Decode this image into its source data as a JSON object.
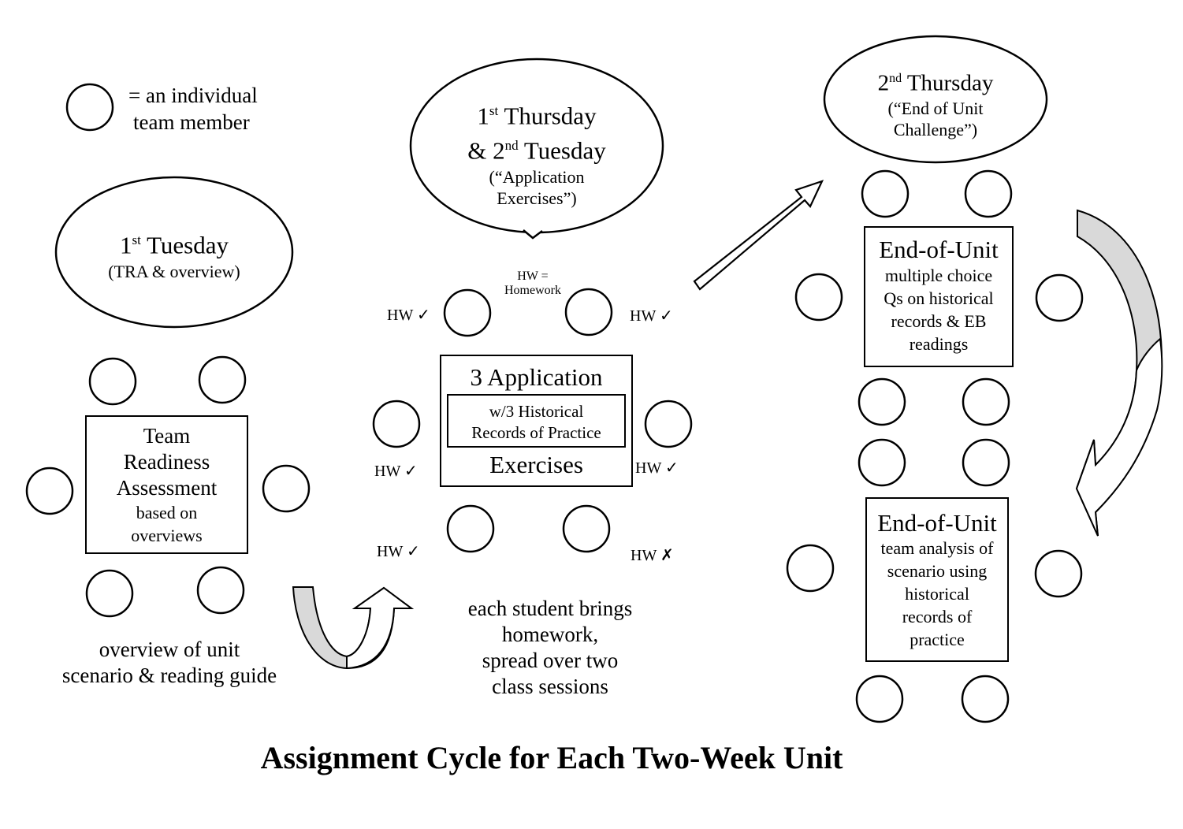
{
  "legend": {
    "symbol_icon": "circle",
    "text_line1": "= an individual",
    "text_line2": "team member"
  },
  "stage1": {
    "ordinal_num": "1",
    "ordinal_suffix": "st",
    "day": "Tuesday",
    "subtitle": "(TRA & overview)",
    "box_line1": "Team",
    "box_line2": "Readiness",
    "box_line3": "Assessment",
    "box_line4": "based on",
    "box_line5": "overviews",
    "caption_line1": "overview of unit",
    "caption_line2": "scenario & reading guide"
  },
  "stage2": {
    "ordinal1_num": "1",
    "ordinal1_suffix": "st",
    "day1": "Thursday",
    "amp": "& 2",
    "ordinal2_suffix": "nd",
    "day2": "Tuesday",
    "subtitle_line1": "(“Application",
    "subtitle_line2": "Exercises”)",
    "hw_def_line1": "HW =",
    "hw_def_line2": "Homework",
    "box_top": "3 Application",
    "inner_line1": "w/3 Historical",
    "inner_line2": "Records of Practice",
    "box_bottom": "Exercises",
    "hw_check": "HW ✓",
    "hw_cross": "HW  ✗",
    "caption_line1": "each student brings",
    "caption_line2": "homework,",
    "caption_line3": "spread over two",
    "caption_line4": "class sessions"
  },
  "stage3": {
    "ordinal_num": "2",
    "ordinal_suffix": "nd",
    "day": "Thursday",
    "subtitle_line1": "(“End of Unit",
    "subtitle_line2": "Challenge”)",
    "box1_title": "End-of-Unit",
    "box1_line1": "multiple choice",
    "box1_line2": "Qs on historical",
    "box1_line3": "records & EB",
    "box1_line4": "readings",
    "box2_title": "End-of-Unit",
    "box2_line1": "team analysis of",
    "box2_line2": "scenario using",
    "box2_line3": "historical",
    "box2_line4": "records of",
    "box2_line5": "practice"
  },
  "title": "Assignment Cycle for Each Two-Week Unit",
  "colors": {
    "arrow_fill": "#d9d9d9",
    "stroke": "#000000"
  }
}
